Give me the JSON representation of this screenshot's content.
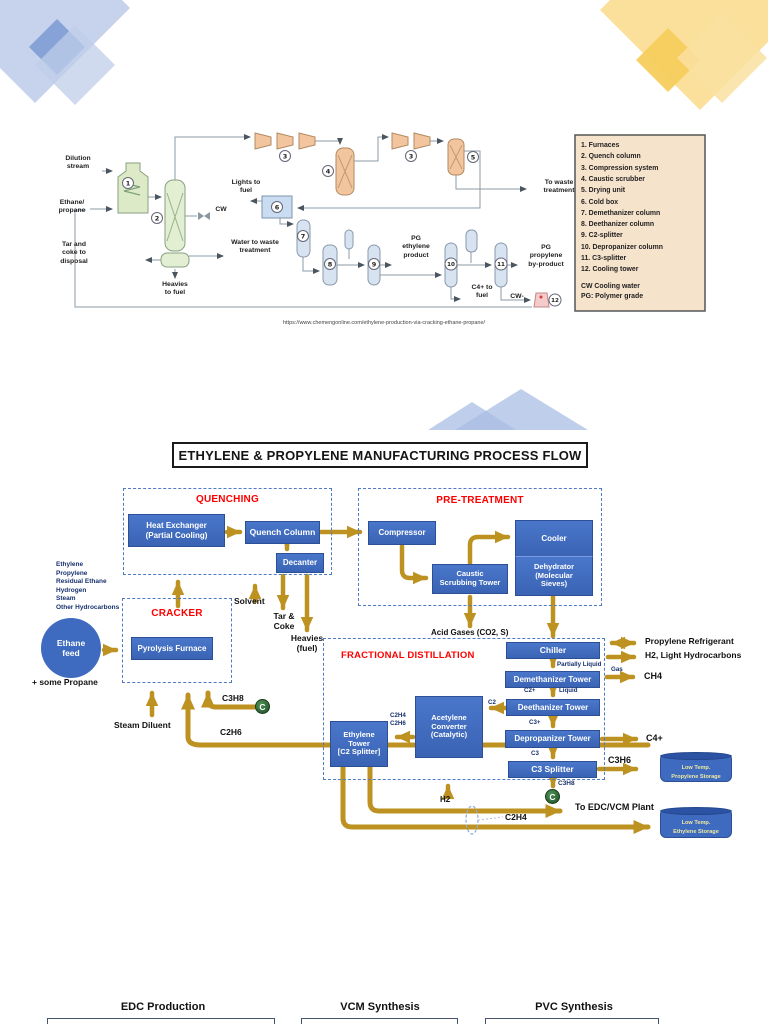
{
  "page": {
    "caption_url": "https://www.chemengonline.com/ethylene-production-via-cracking-ethane-propane/"
  },
  "colors": {
    "box_blue": "#3E6BBF",
    "arrow_gold": "#BD9221",
    "section_red": "#FF0000",
    "connector_green": "#2F6B35",
    "dashed_border_blue": "#4F7AC6",
    "legend_beige": "#F6E3CC"
  },
  "top_diagram": {
    "numbers": [
      "1",
      "2",
      "3",
      "4",
      "3",
      "5",
      "6",
      "7",
      "8",
      "9",
      "10",
      "11",
      "12"
    ],
    "labels": {
      "dilution": "Dilution\nstream",
      "ethane_propane": "Ethane/\npropane",
      "cw": "CW",
      "tar": "Tar and\ncoke to\ndisposal",
      "heavies": "Heavies\nto fuel",
      "water": "Water to waste\ntreatment",
      "lights": "Lights to\nfuel",
      "to_waste": "To waste\ntreatment",
      "pg_ethylene": "PG\nethylene\nproduct",
      "pg_propylene": "PG\npropylene\nby-product",
      "c4_fuel": "C4+ to\nfuel",
      "cw_minus": "CW-"
    },
    "legend": [
      "1. Furnaces",
      "2. Quench column",
      "3. Compression system",
      "4. Caustic scrubber",
      "5. Drying unit",
      "6. Cold box",
      "7. Demethanizer column",
      "8. Deethanizer column",
      "9. C2-splitter",
      "10. Depropanizer column",
      "11. C3-splitter",
      "12. Cooling tower"
    ],
    "legend_notes": [
      "CW Cooling water",
      "PG: Polymer grade"
    ]
  },
  "main_diagram": {
    "title": "ETHYLENE & PROPYLENE MANUFACTURING PROCESS FLOW",
    "sections": {
      "quenching": "QUENCHING",
      "pretreatment": "PRE-TREATMENT",
      "cracker": "CRACKER",
      "fractionation": "FRACTIONAL DISTILLATION"
    },
    "boxes": {
      "heat_exchanger": "Heat Exchanger\n(Partial Cooling)",
      "quench_column": "Quench Column",
      "decanter": "Decanter",
      "compressor": "Compressor",
      "caustic": "Caustic\nScrubbing Tower",
      "cooler": "Cooler",
      "dehydrator": "Dehydrator\n(Molecular\nSieves)",
      "pyrolysis": "Pyrolysis Furnace",
      "chiller": "Chiller",
      "demethanizer": "Demethanizer Tower",
      "deethanizer": "Deethanizer Tower",
      "depropanizer": "Depropanizer Tower",
      "c3_splitter": "C3 Splitter",
      "acetylene": "Acetylene\nConverter\n(Catalytic)",
      "ethylene_tower": "Ethylene\nTower\n[C2 Splitter]"
    },
    "feed": {
      "circle": "Ethane\nfeed",
      "note": "+ some Propane",
      "byproducts": "Ethylene\nPropylene\nResidual Ethane\nHydrogen\nSteam\nOther Hydrocarbons"
    },
    "streams": {
      "solvent": "Solvent",
      "tar_coke": "Tar &\nCoke",
      "heavies": "Heavies\n(fuel)",
      "acid_gases": "Acid Gases (CO2, S)",
      "partially_liquid": "Partially Liquid",
      "c2_plus": "C2+",
      "liquid": "Liquid",
      "gas": "Gas",
      "ch4": "CH4",
      "h2_light": "H2, Light Hydrocarbons",
      "propylene_refrigerant": "Propylene Refrigerant",
      "c2": "C2",
      "c2h4_c2h6": "C2H4\nC2H6",
      "c3_plus": "C3+",
      "c3": "C3",
      "c4_plus": "C4+",
      "c3h6": "C3H6",
      "c3h8_small": "C3H8",
      "c3h8_left": "C3H8",
      "c2h6_left": "C2H6",
      "h2": "H2",
      "c2h4_pipe": "C2H4",
      "steam_diluent": "Steam Diluent",
      "to_edc": "To EDC/VCM Plant"
    },
    "storage": {
      "propylene": "Low Temp.\nPropylene Storage",
      "ethylene": "Low Temp.\nEthylene Storage"
    },
    "connector": "C"
  },
  "bottom": {
    "headers": [
      "EDC Production",
      "VCM Synthesis",
      "PVC Synthesis"
    ]
  }
}
